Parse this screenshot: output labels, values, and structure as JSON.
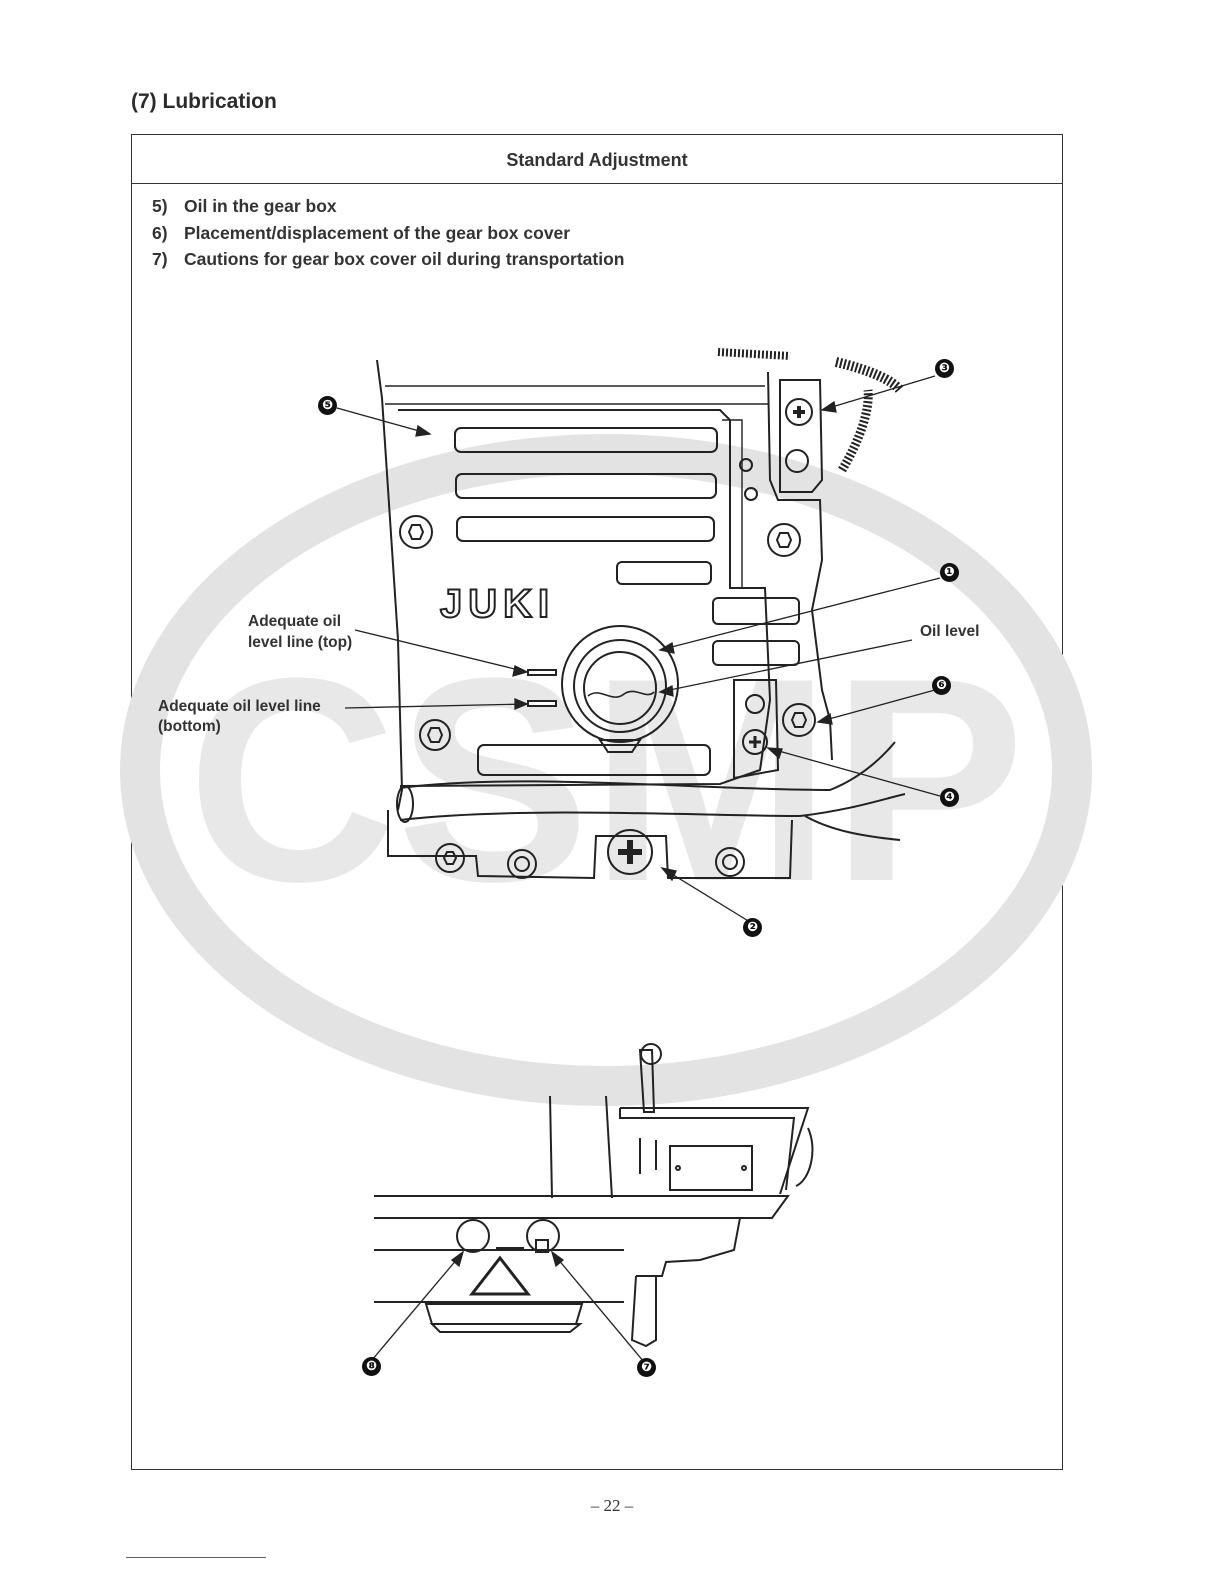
{
  "section_title": "(7) Lubrication",
  "table_header": "Standard Adjustment",
  "items": [
    {
      "num": "5)",
      "text": "Oil in the gear box"
    },
    {
      "num": "6)",
      "text": "Placement/displacement of the gear box cover"
    },
    {
      "num": "7)",
      "text": "Cautions for gear box cover oil during transportation"
    }
  ],
  "figure_labels": {
    "top_line_1": "Adequate oil",
    "top_line_2": "level line (top)",
    "bottom_line_1": "Adequate oil level line",
    "bottom_line_2": "(bottom)",
    "oil_level": "Oil level",
    "brand_text": "JUKI"
  },
  "watermark": "CSMP",
  "callouts": [
    "❶",
    "❷",
    "❸",
    "❹",
    "❺",
    "❻",
    "❼",
    "❽"
  ],
  "page_number": "– 22 –"
}
